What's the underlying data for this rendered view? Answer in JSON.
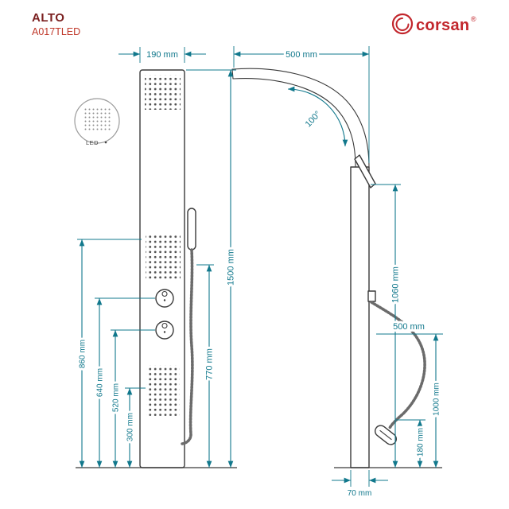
{
  "header": {
    "product_name": "ALTO",
    "product_code": "A017TLED",
    "brand": "corsan",
    "registered": "®"
  },
  "colors": {
    "dim": "#11788c",
    "brand": "#c2262c",
    "title": "#7a1f1f",
    "code": "#c0392b",
    "line": "#3a3a3a"
  },
  "front_view": {
    "width": "190 mm",
    "height": "1500 mm",
    "shower_hose_height": "770 mm",
    "dim_860": "860 mm",
    "dim_640": "640 mm",
    "dim_520": "520 mm",
    "dim_300": "300 mm",
    "led": "LED"
  },
  "side_view": {
    "reach": "500 mm",
    "angle": "100°",
    "dim_1060": "1060 mm",
    "dim_500": "500 mm",
    "dim_180": "180 mm",
    "dim_1000": "1000 mm",
    "depth": "70 mm"
  }
}
